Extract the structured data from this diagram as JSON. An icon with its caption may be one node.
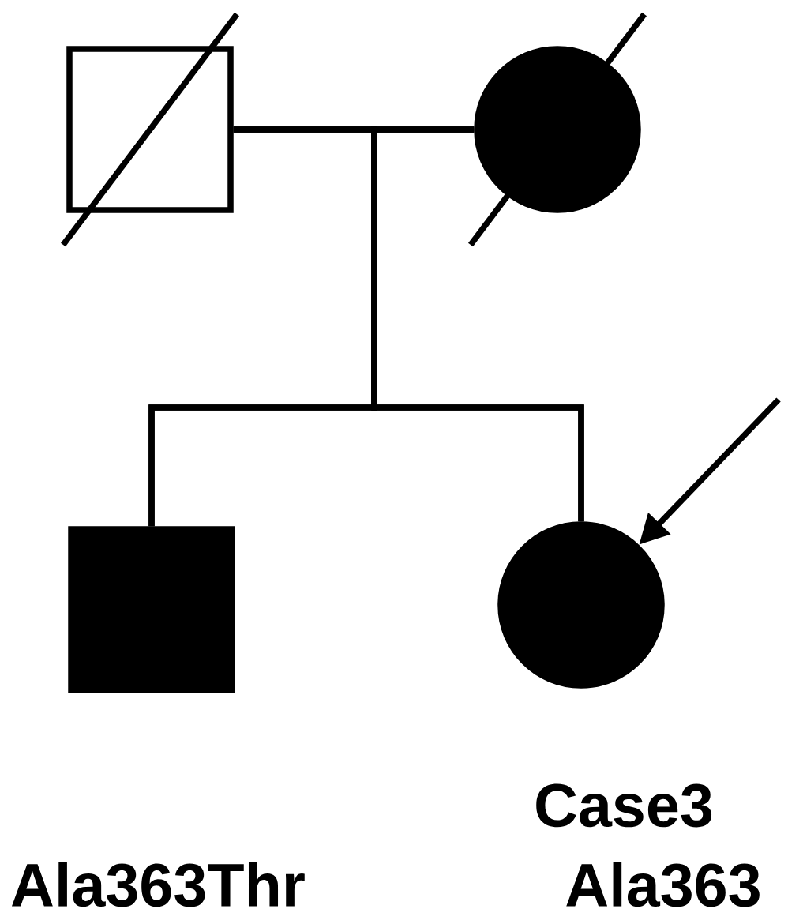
{
  "diagram": {
    "nodes": [
      {
        "text": [],
        "shape": "box"
      },
      {
        "text": [],
        "shape": "circle"
      },
      {
        "text": [],
        "shape": "box",
        "beside": [
          "Ala363Thr"
        ]
      },
      {
        "text": [],
        "shape": "circle",
        "beside": [
          "Case3",
          "Ala363"
        ]
      }
    ],
    "edges": [
      {
        "from": 0,
        "to": 1,
        "arrow": "none"
      },
      {
        "from": 0,
        "to": 2,
        "arrow": "none"
      },
      {
        "from": 0,
        "to": 3,
        "arrow": "none"
      },
      {
        "from": 1,
        "to": 2,
        "arrow": "none"
      },
      {
        "from": 1,
        "to": 3,
        "arrow": "none"
      },
      {
        "from": null,
        "to": 3,
        "arrow": "to"
      }
    ]
  }
}
